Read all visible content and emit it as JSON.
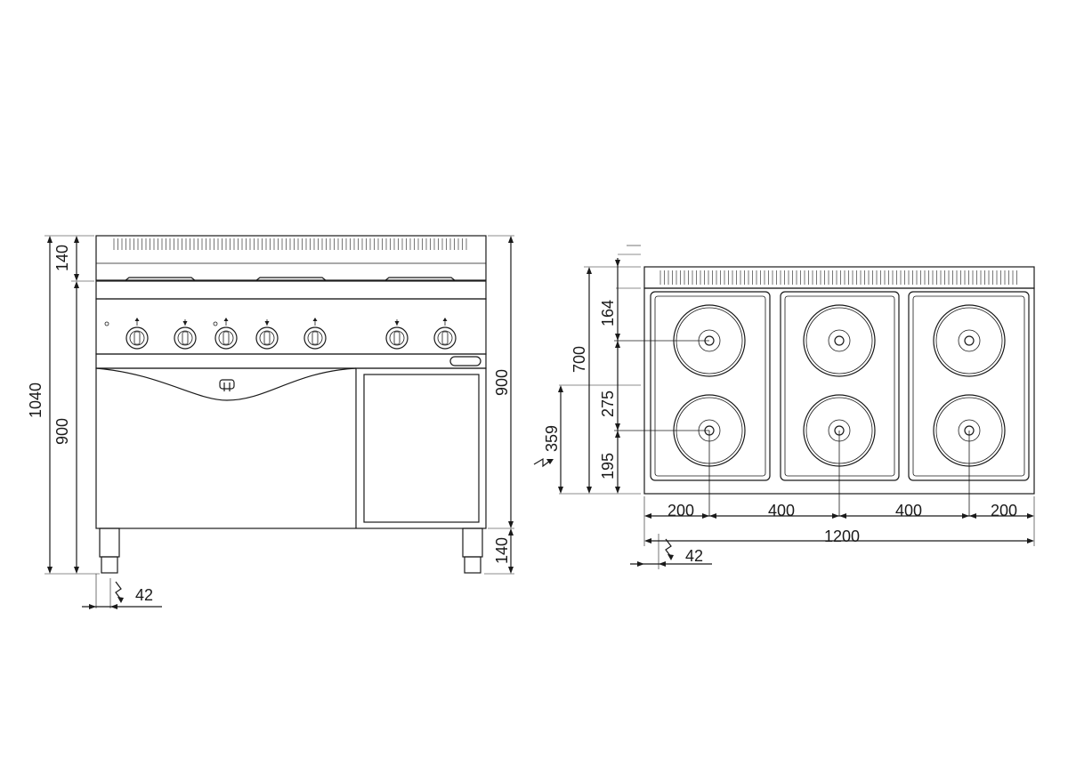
{
  "front_view": {
    "dims": {
      "total_height": "1040",
      "backsplash": "140",
      "body_height_left": "900",
      "body_height_right": "900",
      "leg_height": "140",
      "electric_offset": "42"
    }
  },
  "top_view": {
    "dims": {
      "depth": "700",
      "back_to_row1": "164",
      "row_spacing": "275",
      "front_to_row2": "195",
      "electric_height": "359",
      "side_left": "200",
      "spacing_1": "400",
      "spacing_2": "400",
      "side_right": "200",
      "total_width": "1200",
      "electric_offset": "42"
    }
  },
  "colors": {
    "line": "#1a1a1a",
    "background": "#ffffff"
  },
  "icons": [
    "electric-connection-symbol",
    "rotary-knob",
    "hotplate",
    "brand-logo"
  ]
}
